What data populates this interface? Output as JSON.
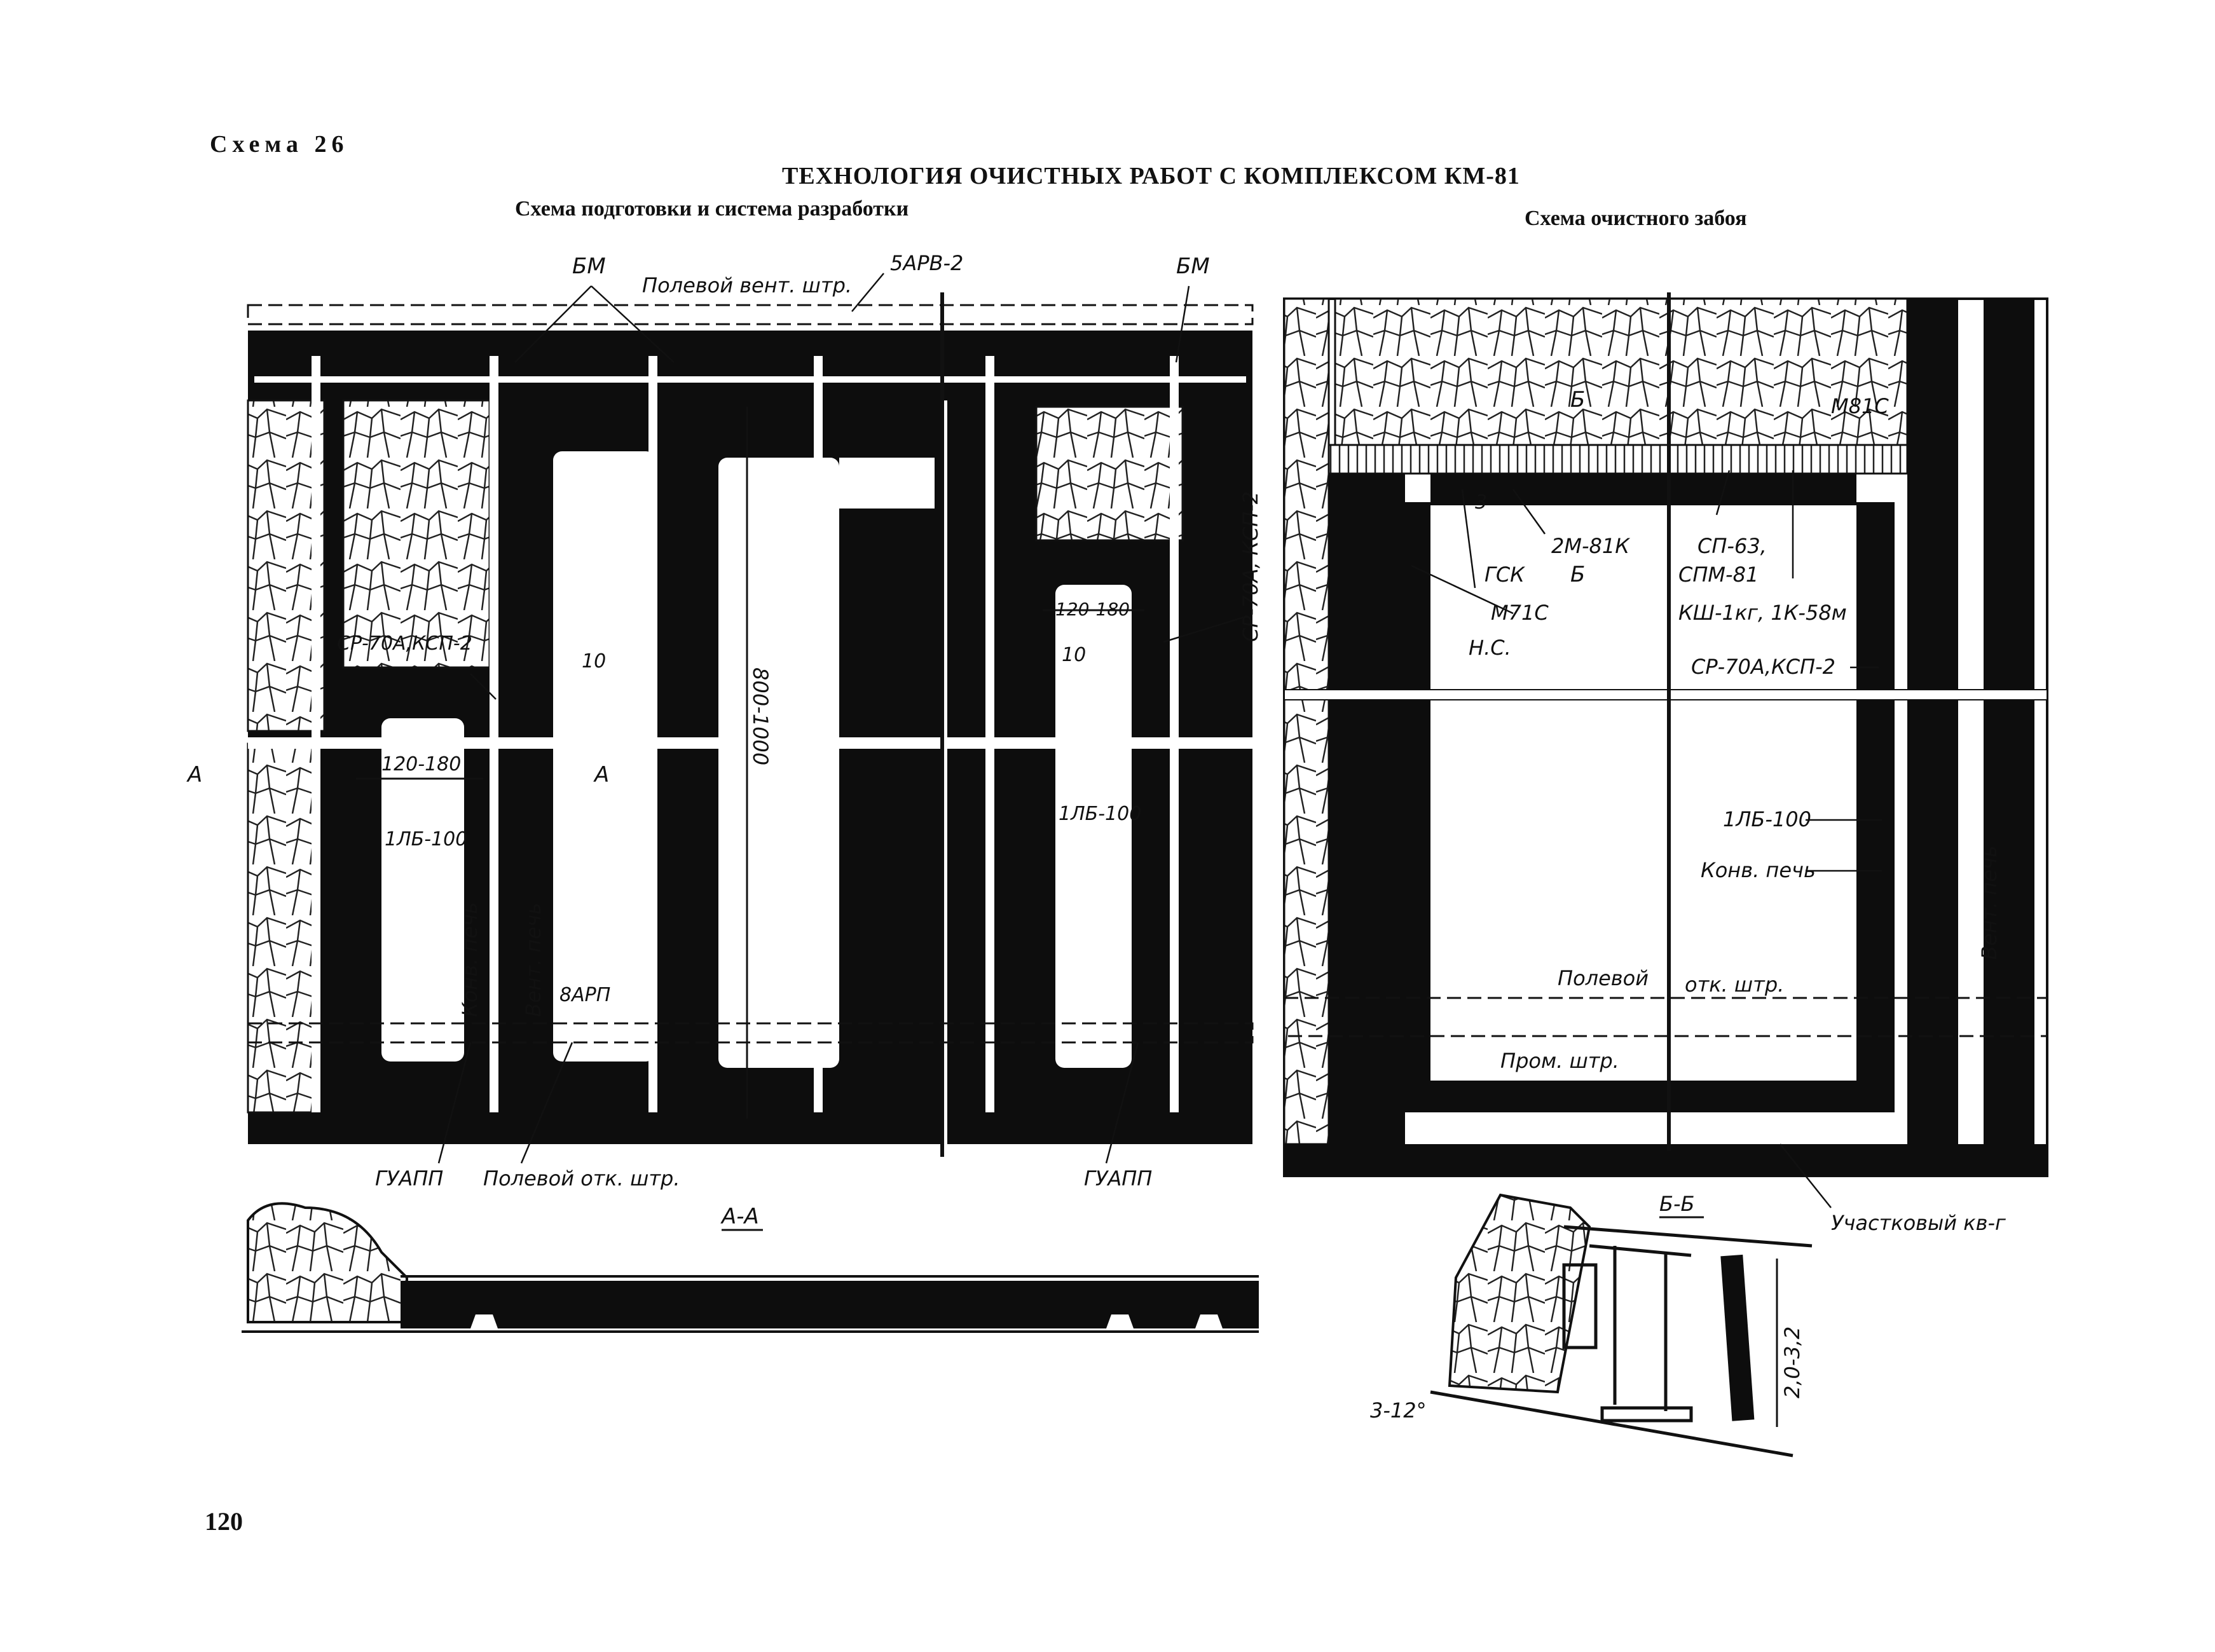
{
  "header": {
    "scheme_number": "Схема 26",
    "title": "ТЕХНОЛОГИЯ ОЧИСТНЫХ РАБОТ С КОМПЛЕКСОМ КМ-81",
    "subtitle_left": "Схема подготовки и система разработки",
    "subtitle_right": "Схема очистного забоя"
  },
  "page_number": "120",
  "left_scheme": {
    "labels": {
      "bm_left": "БМ",
      "bm_right": "БМ",
      "vent_drift": "Полевой  вент. штр.",
      "fan": "5АРВ-2",
      "sr_ksp_left": "СР-70А,КСП-2",
      "sr_ksp_right": "СР-70А, КСП-2",
      "dim_10_a": "10",
      "dim_10_b": "10",
      "dim_800": "800-1000",
      "dim_120_a": "120-180",
      "dim_120_b": "120-180",
      "lb_left": "1ЛБ-100",
      "lb_right": "1ЛБ-100",
      "konv_pech": "Конв. печь",
      "vent_pech": "Вент. печь",
      "varp": "8АРП",
      "section_a": "А",
      "section_a2": "А",
      "guapp_left": "ГУАПП",
      "guapp_right": "ГУАПП",
      "haul_drift": "Полевой  отк. штр."
    }
  },
  "section_aa": {
    "label": "А-А"
  },
  "right_scheme": {
    "labels": {
      "b_top": "Б",
      "b_mid": "Б",
      "m81s": "М81С",
      "dim_3": "3",
      "km": "2М-81К",
      "gsk": "ГСК",
      "m71s": "М71С",
      "ns": "Н.С.",
      "sp63": "СП-63,",
      "spm81": "СПМ-81",
      "ksh": "КШ-1кг, 1К-58м",
      "sr_ksp": "СР-70А,КСП-2",
      "lb": "1ЛБ-100",
      "konv_pech": "Конв. печь",
      "vent_pech": "Вент. печь",
      "haul_drift_a": "Полевой",
      "haul_drift_b": "отк. штр.",
      "prom_drift": "Пром. штр.",
      "uchastk": "Участковый кв-г"
    }
  },
  "section_bb": {
    "label": "Б-Б",
    "height": "2,0-3,2",
    "angle": "3-12°"
  }
}
